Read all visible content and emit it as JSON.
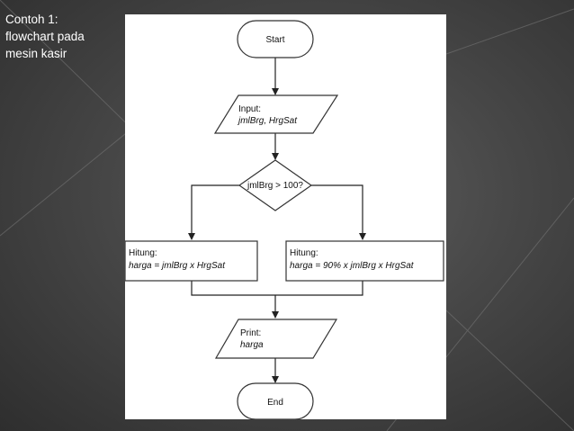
{
  "slide": {
    "title_lines": [
      "Contoh 1:",
      "flowchart pada",
      "mesin kasir"
    ]
  },
  "flowchart": {
    "start": "Start",
    "input": {
      "label": "Input:",
      "value": "jmlBrg, HrgSat"
    },
    "decision": "jmlBrg > 100?",
    "process_left": {
      "label": "Hitung:",
      "formula": "harga = jmlBrg x HrgSat"
    },
    "process_right": {
      "label": "Hitung:",
      "formula": "harga = 90% x jmlBrg x HrgSat"
    },
    "output": {
      "label": "Print:",
      "value": "harga"
    },
    "end": "End"
  },
  "colors": {
    "background": "#474747",
    "panel": "#ffffff",
    "shape_fill": "#ffffff",
    "shape_stroke": "#333333",
    "text": "#111111",
    "title_text": "#ffffff"
  }
}
